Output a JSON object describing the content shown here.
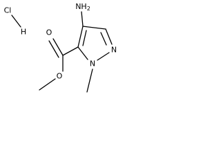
{
  "molecule": {
    "salt": {
      "chlorine": "Cl",
      "hydrogen": "H"
    },
    "amino_group": {
      "nitrogen": "N",
      "hydrogen": "H",
      "subscript": "2"
    },
    "ester": {
      "carbonyl_oxygen": "O",
      "ether_oxygen": "O"
    },
    "ring": {
      "n1": "N",
      "n2": "N"
    }
  },
  "colors": {
    "ink": "#000000",
    "background": "#ffffff"
  }
}
